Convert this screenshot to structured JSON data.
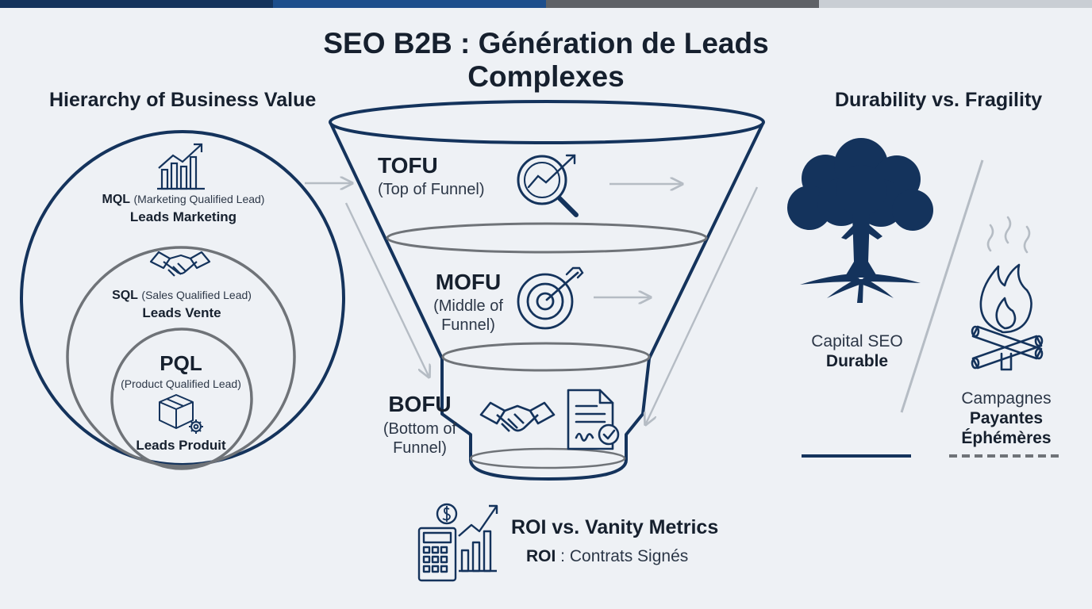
{
  "colors": {
    "navy": "#14335c",
    "gray": "#6f7378",
    "light_gray": "#b5bcc4",
    "top_bar": [
      "#14335c",
      "#1d4e8c",
      "#5e6166",
      "#c9ced4"
    ]
  },
  "title": "SEO B2B : Génération de Leads Complexes",
  "left": {
    "heading": "Hierarchy of Business Value",
    "mql": {
      "abbr": "MQL",
      "full": "(Marketing Qualified Lead)",
      "name": "Leads Marketing",
      "icon": "growth-chart-icon"
    },
    "sql": {
      "abbr": "SQL",
      "full": "(Sales Qualified Lead)",
      "name": "Leads Vente",
      "icon": "handshake-icon"
    },
    "pql": {
      "abbr": "PQL",
      "full": "(Product Qualified Lead)",
      "name": "Leads Produit",
      "icon": "product-box-gear-icon"
    }
  },
  "funnel": {
    "tofu": {
      "abbr": "TOFU",
      "full": "(Top of Funnel)",
      "icon": "magnifier-chart-icon"
    },
    "mofu": {
      "abbr": "MOFU",
      "full_line1": "(Middle of",
      "full_line2": "Funnel)",
      "icon": "target-arrow-icon"
    },
    "bofu": {
      "abbr": "BOFU",
      "full_line1": "(Bottom of",
      "full_line2": "Funnel)",
      "icons": [
        "handshake-icon",
        "signed-contract-icon"
      ]
    }
  },
  "roi": {
    "heading": "ROI vs. Vanity Metrics",
    "line_bold": "ROI",
    "line_rest": " : Contrats Signés",
    "icon": "calculator-growth-icon"
  },
  "right": {
    "heading": "Durability vs. Fragility",
    "durable": {
      "line1": "Capital SEO",
      "line2": "Durable",
      "icon": "tree-icon"
    },
    "fragile": {
      "line1": "Campagnes",
      "line2": "Payantes",
      "line3": "Éphémères",
      "icon": "campfire-icon"
    }
  }
}
